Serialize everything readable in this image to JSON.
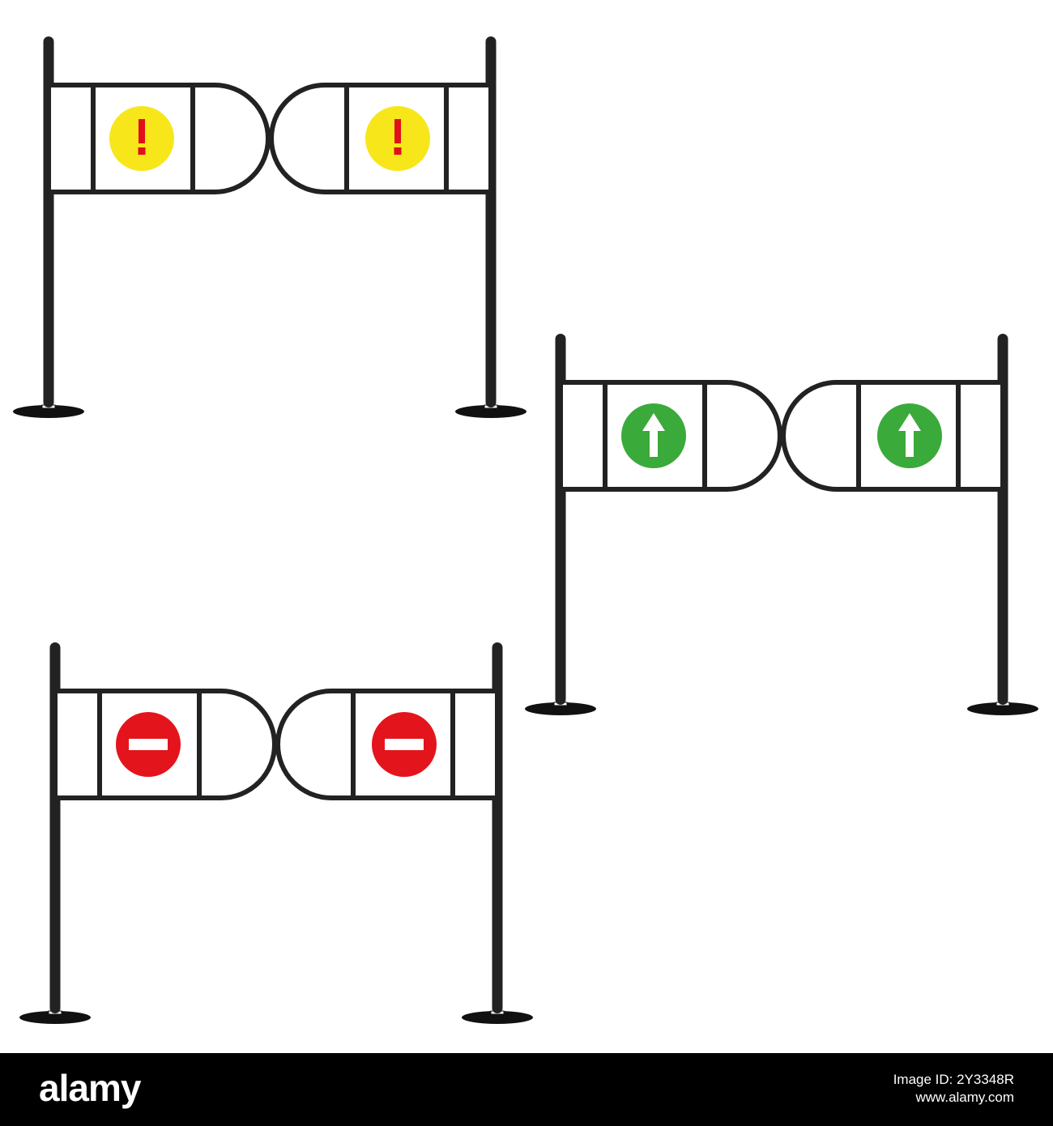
{
  "colors": {
    "frame": "#222222",
    "base": "#111111",
    "panel": "#ffffff",
    "footer_bg": "#000000",
    "footer_text": "#ffffff"
  },
  "gates": [
    {
      "name": "gate-caution",
      "status": "caution",
      "sign_color": "#f7e61a",
      "glyph_color": "#e0101a",
      "icon": "exclamation-icon"
    },
    {
      "name": "gate-go",
      "status": "go",
      "sign_color": "#3aaa3a",
      "glyph_color": "#ffffff",
      "icon": "arrow-up-icon"
    },
    {
      "name": "gate-stop",
      "status": "stop",
      "sign_color": "#e4141c",
      "glyph_color": "#ffffff",
      "icon": "no-entry-icon"
    }
  ],
  "footer": {
    "brand": "alamy",
    "image_id_label": "Image ID: 2Y3348R",
    "url": "www.alamy.com"
  }
}
